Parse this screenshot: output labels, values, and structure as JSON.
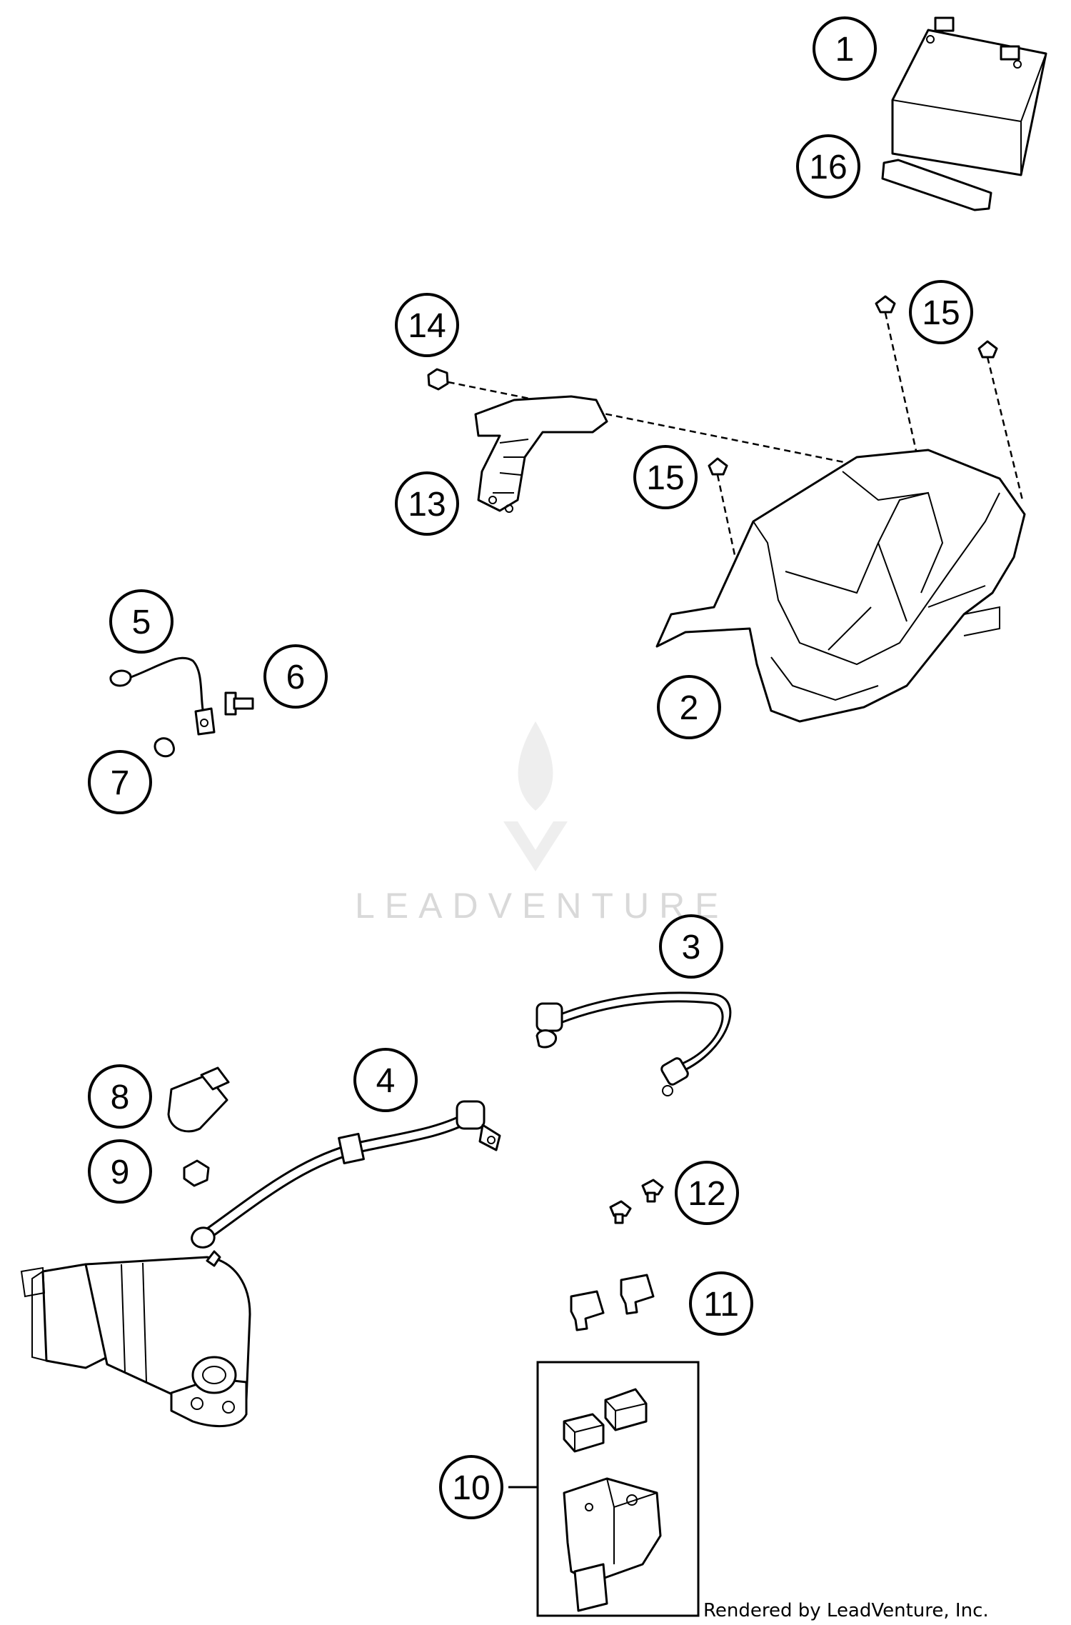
{
  "watermark": {
    "text": "LEADVENTURE"
  },
  "credit": "Rendered by LeadVenture, Inc.",
  "callouts": {
    "c1": "1",
    "c2": "2",
    "c3": "3",
    "c4": "4",
    "c5": "5",
    "c6": "6",
    "c7": "7",
    "c8": "8",
    "c9": "9",
    "c10": "10",
    "c11": "11",
    "c12": "12",
    "c13": "13",
    "c14": "14",
    "c15a": "15",
    "c15b": "15",
    "c16": "16"
  }
}
